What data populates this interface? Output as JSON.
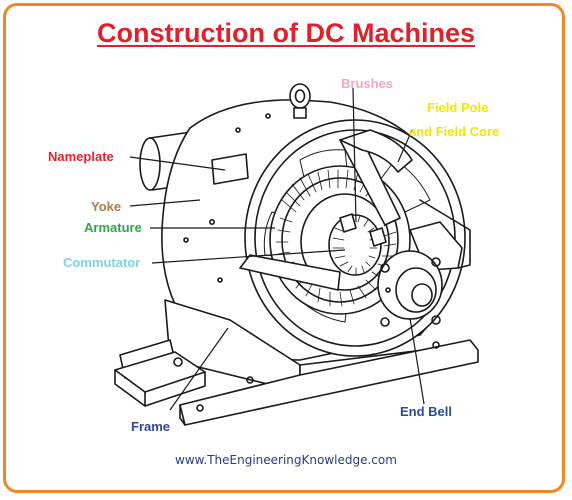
{
  "title": "Construction of DC Machines",
  "labels": {
    "brushes": "Brushes",
    "field_pole_line1": "Field Pole",
    "field_pole_line2": "and Field Core",
    "nameplate": "Nameplate",
    "yoke": "Yoke",
    "armature": "Armature",
    "commutator": "Commutator",
    "frame": "Frame",
    "end_bell": "End Bell"
  },
  "footer": "www.TheEngineeringKnowledge.com",
  "colors": {
    "border": "#f0882a",
    "title": "#e0202a",
    "brushes": "#f4a6c0",
    "field_pole": "#f2e600",
    "nameplate": "#e8202a",
    "yoke": "#b07a4a",
    "armature": "#2fa64a",
    "commutator": "#7fd0ea",
    "frame": "#2a4a9a",
    "end_bell": "#2a4a9a",
    "footer": "#2a3a8a"
  }
}
